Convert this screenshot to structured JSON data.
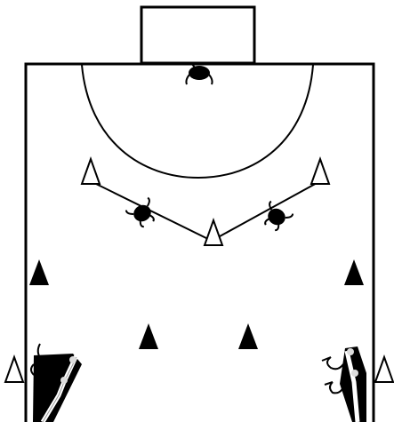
{
  "diagram": {
    "colors": {
      "background": "#ffffff",
      "line": "#000000",
      "player": "#000000",
      "cone_solid": "#000000",
      "cone_outline": "#ffffff"
    },
    "icons": {
      "goal": "goal-rectangle",
      "player": "player-topdown-icon",
      "cone_outline": "white-cone-icon",
      "cone_solid": "black-cone-icon",
      "attacker": "attacker-with-stick-icon"
    },
    "elements": [
      "goal",
      "field-boundary",
      "crease-arc",
      "passing-lane-v",
      "goalkeeper",
      "two-defenders",
      "three-white-cones-top",
      "two-white-cones-bottom-corners",
      "four-black-cones",
      "two-attackers-bottom-corners"
    ]
  }
}
